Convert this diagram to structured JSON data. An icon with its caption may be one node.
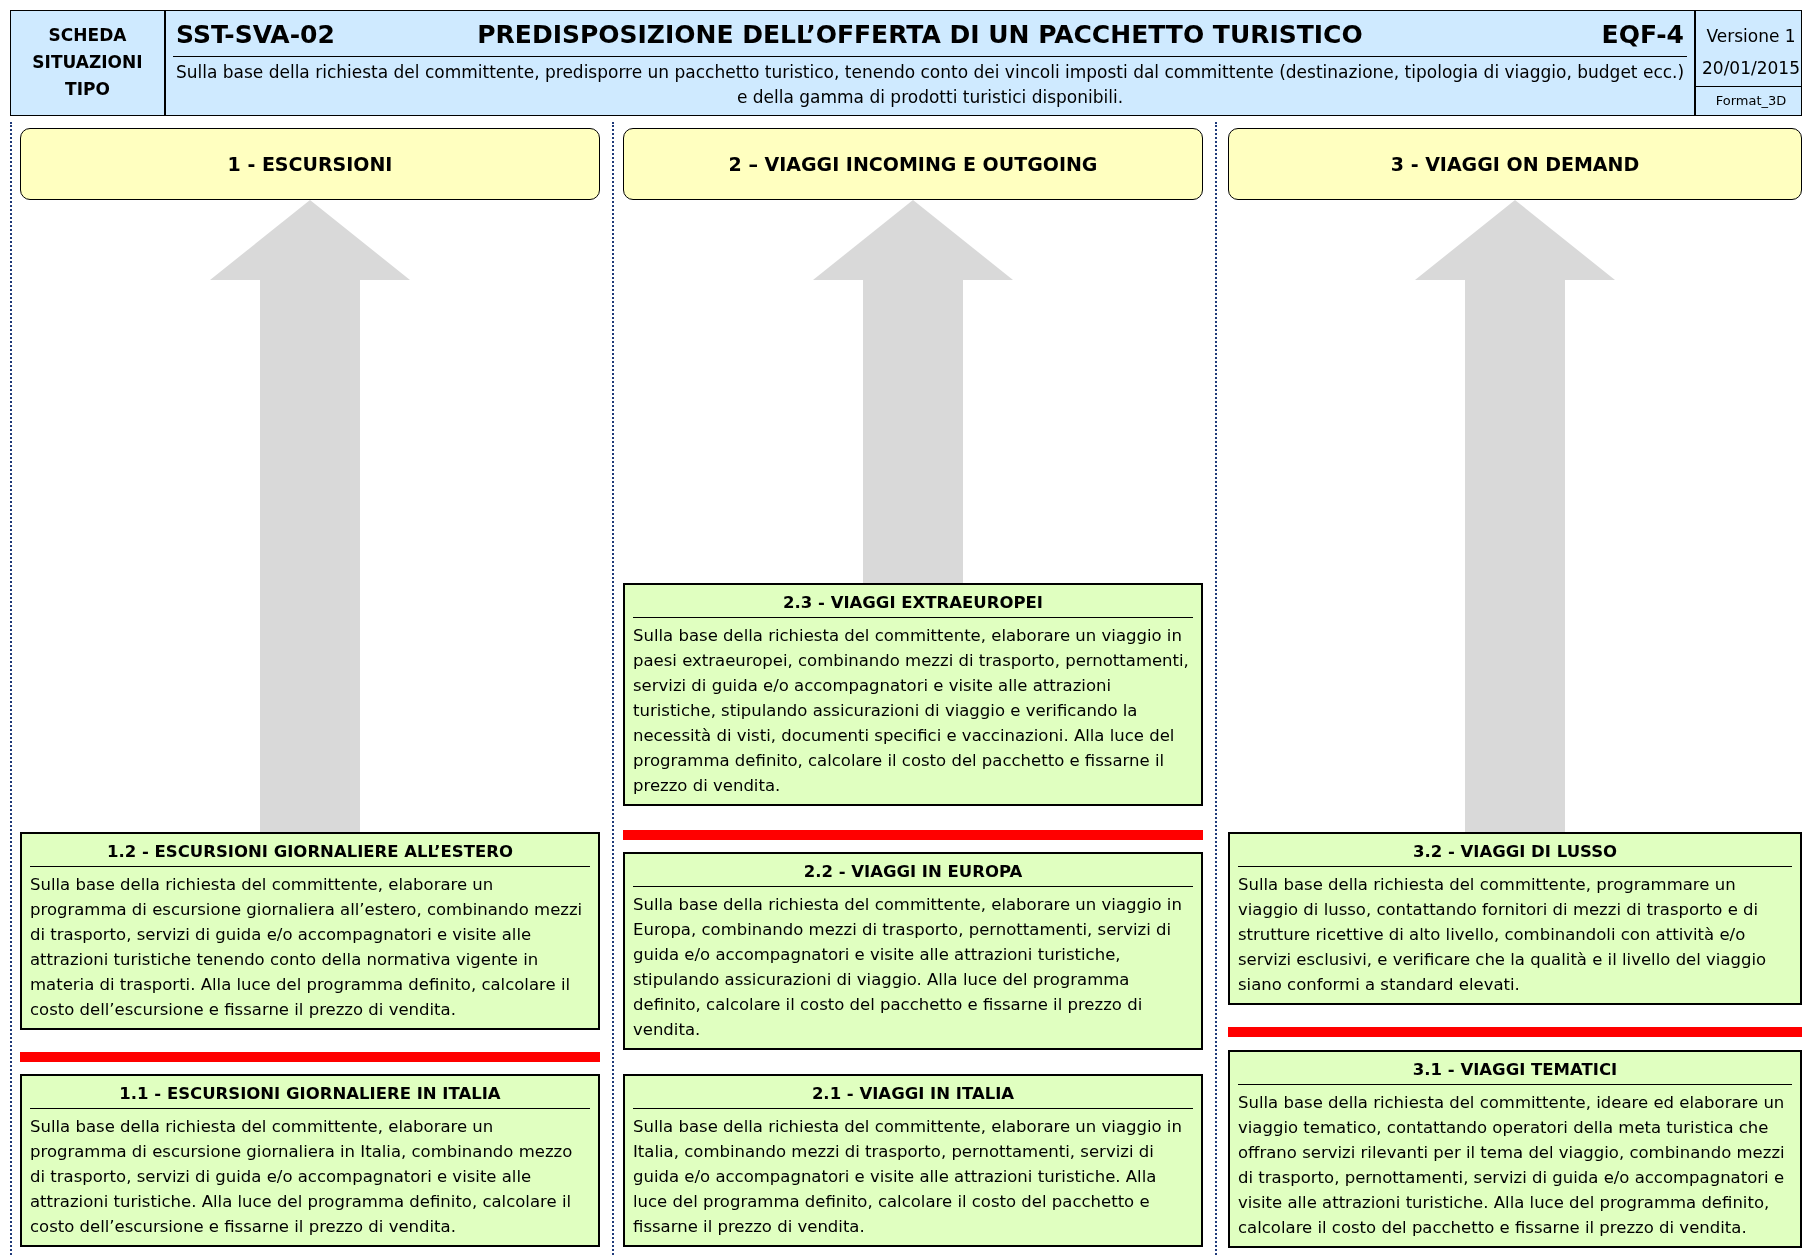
{
  "diagram": {
    "title": "PREDISPOSIZIONE DELL’OFFERTA DI UN PACCHETTO TURISTICO",
    "nodes": [
      {
        "text": [
          "1 - ESCURSIONI"
        ]
      },
      {
        "text": [
          "2 – VIAGGI INCOMING E OUTGOING"
        ]
      },
      {
        "text": [
          "3 - VIAGGI ON DEMAND"
        ]
      },
      {
        "text": [
          "2.3 - VIAGGI EXTRAEUROPEI",
          "Sulla base della richiesta del committente, elaborare un viaggio in paesi extraeuropei, combinando mezzi di trasporto, pernottamenti, servizi di guida e/o accompagnatori e visite alle attrazioni turistiche, stipulando assicurazioni di viaggio e verificando la necessità di visti, documenti specifici e vaccinazioni. Alla luce del programma definito, calcolare il costo del pacchetto e fissarne il prezzo di vendita."
        ]
      },
      {
        "text": [
          "1.2 - ESCURSIONI GIORNALIERE ALL’ESTERO",
          "Sulla base della richiesta del committente, elaborare un programma di escursione giornaliera all’estero, combinando mezzi di trasporto, servizi di guida e/o accompagnatori e visite alle attrazioni turistiche tenendo conto della normativa vigente in materia di trasporti. Alla luce del programma definito, calcolare il costo dell’escursione e fissarne il prezzo di vendita."
        ]
      },
      {
        "text": [
          "3.2 - VIAGGI DI LUSSO",
          "Sulla base della richiesta del committente, programmare un viaggio di lusso, contattando fornitori di mezzi di trasporto e di strutture ricettive di alto livello, combinandoli con attività e/o servizi esclusivi, e verificare che la qualità e il livello del viaggio siano conformi a standard elevati."
        ]
      },
      {
        "text": [
          "2.2 - VIAGGI IN EUROPA",
          "Sulla base della richiesta del committente, elaborare un viaggio in Europa, combinando mezzi di trasporto, pernottamenti, servizi di guida e/o accompagnatori e visite alle attrazioni turistiche, stipulando assicurazioni di viaggio. Alla luce del programma definito, calcolare il costo del pacchetto e fissarne il prezzo di vendita."
        ]
      },
      {
        "text": [
          "1.1 - ESCURSIONI GIORNALIERE IN ITALIA",
          "Sulla base della richiesta del committente, elaborare un programma di escursione giornaliera in Italia, combinando mezzo di trasporto, servizi di guida e/o accompagnatori e visite alle attrazioni turistiche. Alla luce del programma definito, calcolare il costo dell’escursione e fissarne il prezzo di vendita."
        ]
      },
      {
        "text": [
          "2.1 - VIAGGI IN ITALIA",
          "Sulla base della richiesta del committente, elaborare un viaggio in Italia, combinando mezzi di trasporto, pernottamenti, servizi di guida e/o accompagnatori e visite alle attrazioni turistiche. Alla luce del programma definito, calcolare il costo del pacchetto e fissarne il prezzo di vendita."
        ]
      },
      {
        "text": [
          "3.1 - VIAGGI TEMATICI",
          "Sulla base della richiesta del committente, ideare ed elaborare un viaggio tematico, contattando operatori della meta turistica che offrano servizi rilevanti per il tema del viaggio, combinando mezzi di trasporto, pernottamenti, servizi di guida e/o accompagnatori e visite alle attrazioni turistiche. Alla luce del programma definito, calcolare il costo del pacchetto e fissarne il prezzo di vendita."
        ]
      }
    ],
    "edges": [
      {
        "from": 4,
        "to": 0,
        "arrow": "to"
      },
      {
        "from": 3,
        "to": 1,
        "arrow": "to"
      },
      {
        "from": 5,
        "to": 2,
        "arrow": "to"
      }
    ],
    "labels": [
      "SCHEDA SITUAZIONI TIPO",
      "SST-SVA-02",
      "EQF-4",
      "Versione 1",
      "Sulla base della richiesta del committente, predisporre un pacchetto turistico, tenendo conto dei vincoli imposti dal committente (destinazione, tipologia di viaggio, budget ecc.) e della gamma di prodotti turistici disponibili.",
      "20/01/2015",
      "Format_3D"
    ]
  }
}
